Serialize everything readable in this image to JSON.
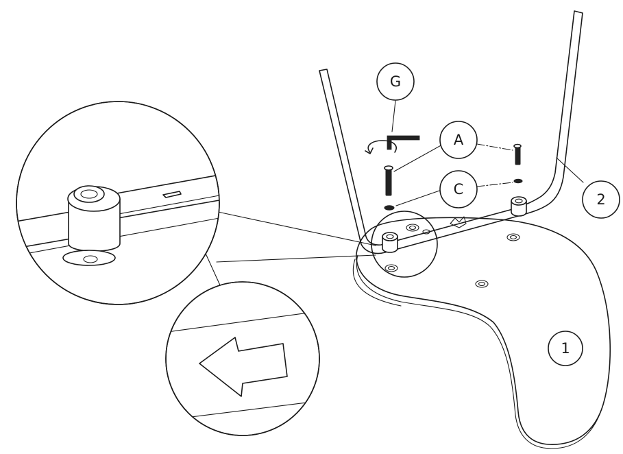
{
  "callouts": {
    "seat": "1",
    "frame": "2",
    "bolt": "A",
    "washer": "C",
    "tool": "G"
  },
  "icons": {
    "detail_arrow": "left-arrow-icon",
    "rotation": "rotate-ccw-icon"
  },
  "colors": {
    "line": "#1a1a1a",
    "background": "#ffffff"
  }
}
